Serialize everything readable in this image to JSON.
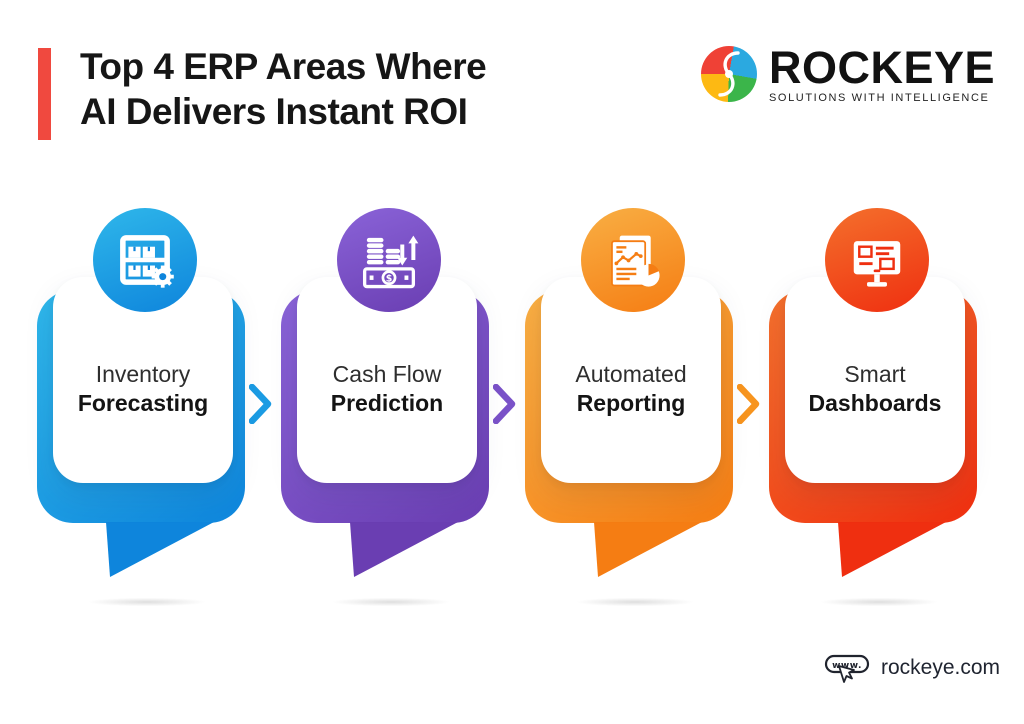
{
  "header": {
    "title_line1": "Top 4 ERP Areas Where",
    "title_line2": "AI Delivers Instant ROI",
    "accent_bar_color": "#F0493F"
  },
  "logo": {
    "wordmark": "ROCKEYE",
    "tagline": "SOLUTIONS WITH INTELLIGENCE",
    "swirl_colors": [
      "#EF4136",
      "#FDB913",
      "#3BB54A",
      "#2BA9E0"
    ]
  },
  "cards": [
    {
      "title_line1": "Inventory",
      "title_line2": "Forecasting",
      "icon": "inventory-shelf-gear-icon",
      "gradient_top": "#2FB7EA",
      "gradient_bottom": "#0E85DC",
      "chevron_color": "#1B9BE3",
      "chevron_after": true
    },
    {
      "title_line1": "Cash Flow",
      "title_line2": "Prediction",
      "icon": "coins-money-arrows-icon",
      "gradient_top": "#8A63D8",
      "gradient_bottom": "#6A3EB2",
      "chevron_color": "#7A52C8",
      "chevron_after": true
    },
    {
      "title_line1": "Automated",
      "title_line2": "Reporting",
      "icon": "report-document-charts-icon",
      "gradient_top": "#F9AF44",
      "gradient_bottom": "#F57D13",
      "chevron_color": "#F7941E",
      "chevron_after": true
    },
    {
      "title_line1": "Smart",
      "title_line2": "Dashboards",
      "icon": "dashboard-monitor-icon",
      "gradient_top": "#F4702C",
      "gradient_bottom": "#EF2F10",
      "chevron_color": "",
      "chevron_after": false
    }
  ],
  "footer": {
    "website": "rockeye.com",
    "icon": "www-browser-cursor-icon"
  }
}
